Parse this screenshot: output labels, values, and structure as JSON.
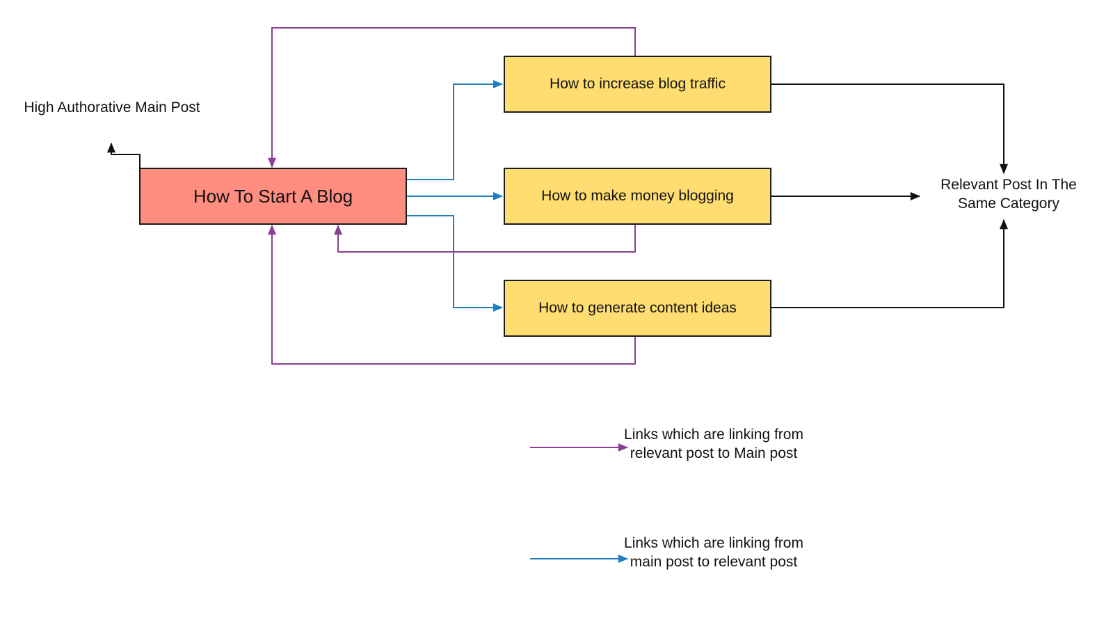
{
  "main_post": {
    "label": "How To Start A Blog"
  },
  "main_post_caption": "High Authorative  Main Post",
  "relevant_posts": [
    {
      "label": "How to increase blog traffic"
    },
    {
      "label": "How to make money blogging"
    },
    {
      "label": "How to generate content ideas"
    }
  ],
  "category_label": "Relevant Post In The Same Category",
  "legend": [
    {
      "color": "#8a3f94",
      "text": "Links which are linking from relevant post to Main post"
    },
    {
      "color": "#1f7fc1",
      "text": "Links which are linking from main post to relevant post"
    }
  ],
  "colors": {
    "main_fill": "#ff8e80",
    "post_fill": "#ffdd71",
    "purple": "#8a3f94",
    "blue": "#1f7fc1",
    "black": "#111111"
  }
}
